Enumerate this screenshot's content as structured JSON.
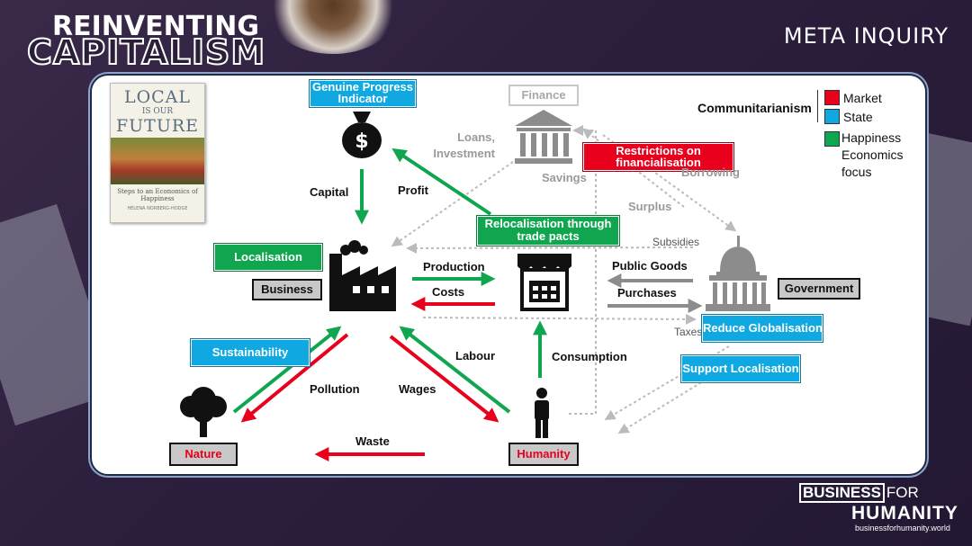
{
  "header": {
    "title_line1": "REINVENTING",
    "title_line2": "CAPITALISM",
    "section": "META INQUIRY"
  },
  "book": {
    "title_line1": "LOCAL",
    "title_line2": "IS OUR",
    "title_line3": "FUTURE",
    "subtitle": "Steps to an Economics of Happiness",
    "author": "HELENA NORBERG-HODGE"
  },
  "legend": {
    "heading": "Communitarianism",
    "items": [
      {
        "label": "Market",
        "color": "#e8001c"
      },
      {
        "label": "State",
        "color": "#10a8e0"
      },
      {
        "label": "Happiness Economics focus",
        "color": "#10a650"
      }
    ]
  },
  "nodes": {
    "finance": "Finance",
    "business": "Business",
    "government": "Government",
    "nature": "Nature",
    "humanity": "Humanity"
  },
  "policy_boxes": {
    "gpi": "Genuine Progress Indicator",
    "localisation": "Localisation",
    "restrictions": "Restrictions on financialisation",
    "relocalisation": "Relocalisation through trade pacts",
    "sustainability": "Sustainability",
    "reduce_globalisation": "Reduce Globalisation",
    "support_localisation": "Support Localisation"
  },
  "flows": {
    "capital": "Capital",
    "profit": "Profit",
    "loans": "Loans, Investment",
    "savings": "Savings",
    "borrowing": "Borrowing",
    "surplus": "Surplus",
    "subsidies": "Subsidies",
    "production": "Production",
    "costs": "Costs",
    "public_goods": "Public Goods",
    "purchases": "Purchases",
    "taxes": "Taxes",
    "labour": "Labour",
    "consumption": "Consumption",
    "pollution": "Pollution",
    "wages": "Wages",
    "waste": "Waste"
  },
  "icons": {
    "money_bag": "money-bag-icon",
    "bank": "bank-icon",
    "factory": "factory-icon",
    "shop": "shop-icon",
    "capitol": "capitol-icon",
    "tree": "tree-icon",
    "person": "person-icon",
    "currency_symbol": "$"
  },
  "footer": {
    "brand_word1": "BUSINESS",
    "brand_word2": "FOR",
    "brand_word3": "HUMANITY",
    "url": "businessforhumanity.world"
  },
  "colors": {
    "green": "#10a650",
    "red": "#e8001c",
    "blue": "#10a8e0",
    "grey": "#8c8c8c",
    "light_grey": "#c8c8c8"
  }
}
